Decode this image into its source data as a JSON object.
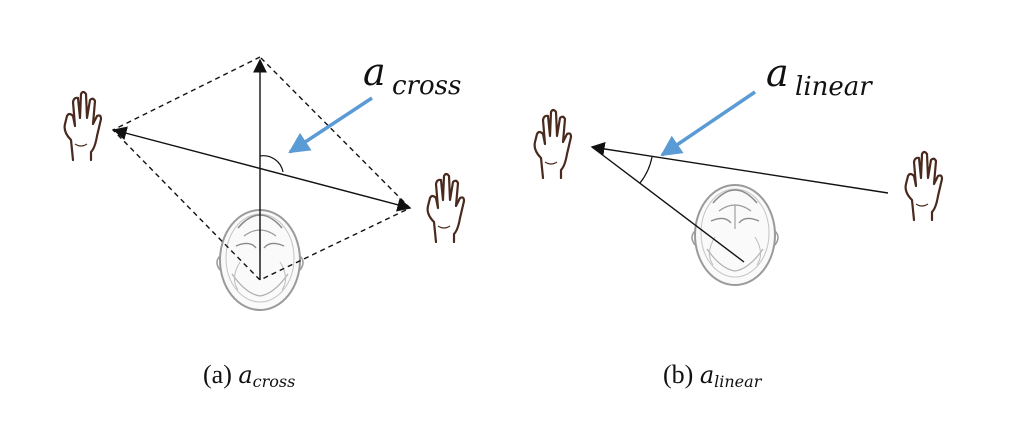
{
  "panels": [
    {
      "id": "a",
      "caption_prefix": "(a)",
      "label_base": "a",
      "label_sub": "cross"
    },
    {
      "id": "b",
      "caption_prefix": "(b)",
      "label_base": "a",
      "label_sub": "linear"
    }
  ],
  "colors": {
    "hand_stroke": "#4a2a1e",
    "annotation_arrow": "#5b9bd5",
    "line": "#111111"
  }
}
